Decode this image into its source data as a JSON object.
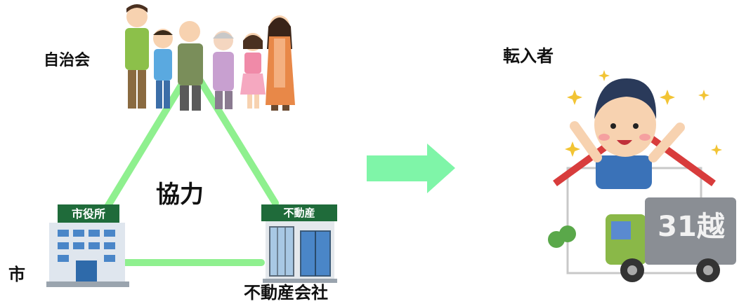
{
  "labels": {
    "neighborhood_association": "自治会",
    "newcomer": "転入者",
    "cooperation": "協力",
    "city": "市",
    "real_estate_company": "不動産会社"
  },
  "signs": {
    "city_hall": "市役所",
    "real_estate": "不動産",
    "truck": "31越"
  },
  "colors": {
    "triangle_line": "#8ff08f",
    "arrow": "#7ff5a8",
    "sign_green": "#1f6b3a",
    "building_blue": "#4a86c8"
  }
}
